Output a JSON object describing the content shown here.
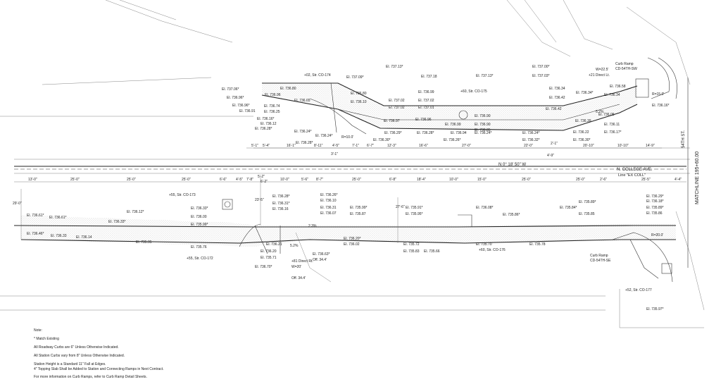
{
  "upper_labels": {
    "elevations": [
      "El. 737.06*",
      "El. 736.96*",
      "El. 736.96*",
      "El. 736.91",
      "El. 736.96",
      "El. 736.80",
      "El. 736.65",
      "El. 736.74",
      "El. 736.25",
      "El. 736.16*",
      "El. 736.12",
      "El. 736.28*",
      "El. 736.24*",
      "El. 736.24*",
      "El. 736.28*",
      "El. 737.09*",
      "El. 737.13*",
      "El. 736.80",
      "El. 736.10",
      "El. 737.02",
      "El. 737.02",
      "El. 736.99",
      "El. 737.02",
      "El. 737.01",
      "El. 737.18",
      "El. 736.97",
      "El. 736.29*",
      "El. 736.30*",
      "El. 736.96",
      "El. 736.28*",
      "El. 736.99",
      "El. 736.94",
      "El. 736.26*",
      "El. 736.90",
      "El. 736.90",
      "El. 736.85",
      "El. 736.24*",
      "El. 737.13*",
      "El. 737.00*",
      "El. 737.03*",
      "El. 736.34",
      "El. 736.42",
      "El. 736.42",
      "El. 736.34*",
      "El. 736.24*",
      "El. 736.32*",
      "El. 736.39",
      "El. 736.22",
      "El. 736.30*",
      "El. 736.58",
      "El. 736.34",
      "El. 736.05",
      "El. 736.11",
      "El. 736.17*",
      "El. 736.16*"
    ],
    "callouts": [
      "+02, Str. CO-174",
      "+60, Str. CO-175",
      "Curb Ramp",
      "CD-54TH-SW",
      "+21 Direct Lt.",
      "W=22.5'",
      "R=15.0'",
      "R=10.0'",
      "5.2%"
    ],
    "dims": [
      "5'-1\"",
      "5'-4\"",
      "16'-1\"",
      "8'-11\"",
      "4'-5\"",
      "7'-1\"",
      "6'-7\"",
      "12'-3\"",
      "16'-6\"",
      "27'-0\"",
      "22'-0\"",
      "2'-1\"",
      "20'-10\"",
      "10'-10\"",
      "14'-9\"",
      "3'-1\"",
      "4'-9\""
    ]
  },
  "center": {
    "bearing": "N 0° 18' 50\" W",
    "street": "N. COLLEGE AVE.",
    "line": "Line \"EX COLL\"",
    "matchline": "MATCHLINE 195+60.00",
    "cross_street": "54TH ST."
  },
  "lower_labels": {
    "elevations": [
      "El. 736.61*",
      "El. 736.61*",
      "El. 736.46*",
      "El. 736.33",
      "El. 736.14",
      "El. 736.12*",
      "El. 736.33*",
      "El. 735.95",
      "El. 736.33*",
      "El. 736.00",
      "El. 735.99*",
      "El. 735.76",
      "El. 736.28*",
      "El. 736.31*",
      "El. 736.16",
      "El. 736.21",
      "El. 736.20",
      "El. 735.71",
      "El. 736.70*",
      "El. 736.26*",
      "El. 736.10",
      "El. 736.31",
      "El. 736.07",
      "El. 736.63*",
      "El. 735.99*",
      "El. 735.87",
      "El. 736.20*",
      "El. 736.02",
      "El. 735.91*",
      "El. 735.95*",
      "El. 735.72",
      "El. 735.83",
      "El. 735.66",
      "El. 736.08*",
      "El. 735.70",
      "El. 735.86*",
      "El. 735.78",
      "El. 735.84*",
      "El. 735.85",
      "El. 735.89*",
      "El. 736.29*",
      "El. 736.18*",
      "El. 735.89*",
      "El. 735.86",
      "El. 735.97*"
    ],
    "callouts": [
      "+55, Str. CO-173",
      "+55, Str. CO-172",
      "+60, Str. CO-176",
      "+52, Str. CO-177",
      "+81 Direct Rt.",
      "W=20'",
      "Off. 34.4'",
      "Off. 34.4'",
      "Curb Ramp",
      "CD-54TH-SE",
      "R=20.0'",
      "5.2%",
      "2.3%",
      "29'-0\"",
      "23'-5\"",
      "27'-6\""
    ],
    "dims": [
      "13'-0\"",
      "25'-0\"",
      "25'-0\"",
      "25'-0\"",
      "6'-6\"",
      "4'-5\"",
      "7'-8\"",
      "5'-2\"",
      "6'-2\"",
      "10'-0\"",
      "5'-6\"",
      "8'-7\"",
      "25'-0\"",
      "6'-8\"",
      "18'-4\"",
      "10'-0\"",
      "15'-0\"",
      "25'-0\"",
      "25'-0\"",
      "2'-6\"",
      "25'-5\"",
      "4'-4\""
    ]
  },
  "notes": {
    "heading": "Note:",
    "lines": [
      "* Match Existing",
      "All Roadway Curbs are 6\" Unless Otherwise Indicated.",
      "All Station Curbs vary from 8\" Unless Otherwise Indicated.",
      "Station Height is a Standard 11\" Fall at Edges.",
      "4\" Topping Slab Shall be Added to Station and Connecting Ramps in Next Contract.",
      "For more information on Curb Ramps, refer to Curb Ramp Detail Sheets."
    ]
  }
}
